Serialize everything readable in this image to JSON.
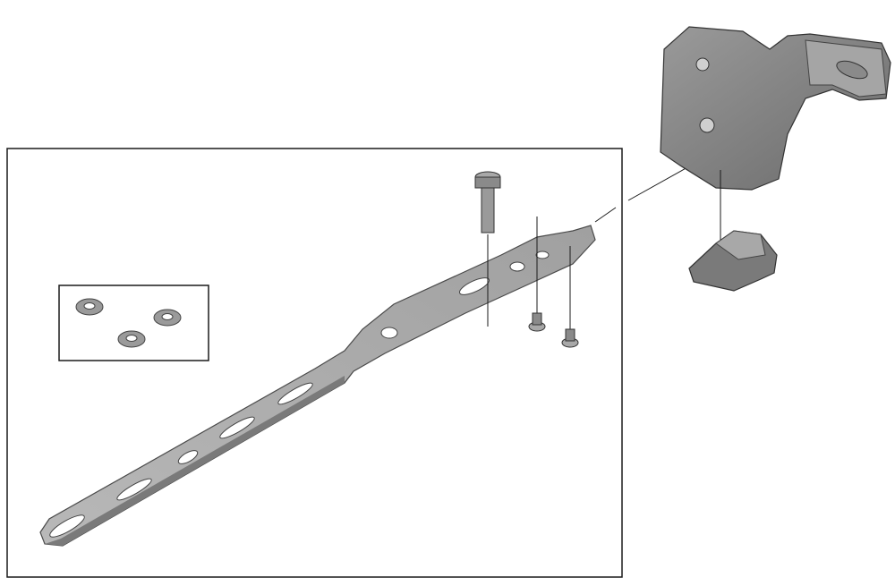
{
  "diagram": {
    "type": "exploded-parts-view",
    "colors": {
      "background": "#ffffff",
      "outline": "#1a1a1a",
      "part_light": "#bdbdbd",
      "part_mid": "#8f8f8f",
      "part_dark": "#5e5e5e"
    },
    "parts": [
      {
        "name": "mounting-strap"
      },
      {
        "name": "fixing-bolt"
      },
      {
        "name": "small-screw",
        "count": 2
      },
      {
        "name": "washer",
        "count": 3
      },
      {
        "name": "derailleur-mechanism"
      },
      {
        "name": "cable-guide-cap"
      }
    ]
  }
}
